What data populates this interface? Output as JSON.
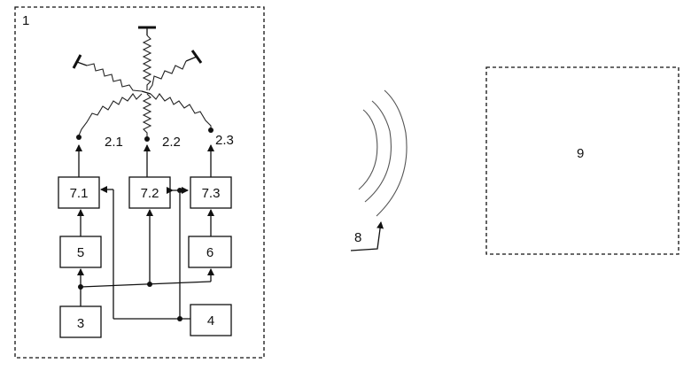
{
  "frames": {
    "left_label": "1",
    "right_label": "9"
  },
  "coil_labels": [
    "2.1",
    "2.2",
    "2.3"
  ],
  "blocks": {
    "b71": "7.1",
    "b72": "7.2",
    "b73": "7.3",
    "b5": "5",
    "b6": "6",
    "b3": "3",
    "b4": "4"
  },
  "signal_label": "8"
}
